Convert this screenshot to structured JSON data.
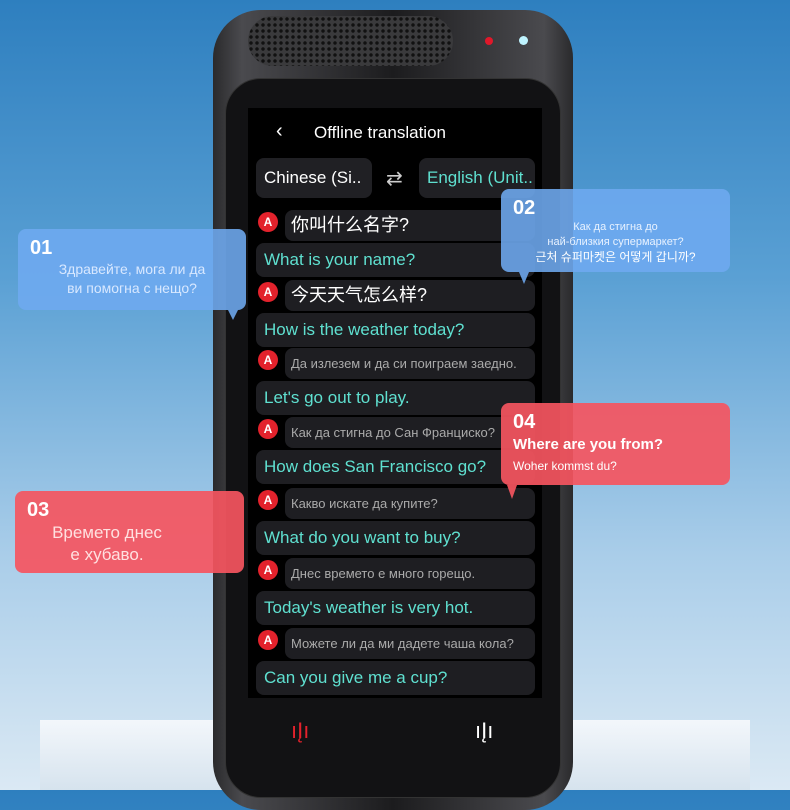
{
  "header": {
    "back_icon": "chevron-left",
    "title": "Offline translation"
  },
  "languages": {
    "source": "Chinese (Si..",
    "target": "English (Unit..",
    "swap_icon": "swap-arrows"
  },
  "conversation": [
    {
      "source": "你叫什么名字?",
      "target": "What is your name?"
    },
    {
      "source": "今天天气怎么样?",
      "target": "How is the weather today?"
    },
    {
      "source": "Да излезем и да си поиграем заедно.",
      "target": "Let's go out to play."
    },
    {
      "source": "Как да стигна до Сан Франциско?",
      "target": "How does San Francisco go?"
    },
    {
      "source": "Какво искате да купите?",
      "target": "What do you want to buy?"
    },
    {
      "source": "Днес времето е много горещо.",
      "target": "Today's weather is very hot."
    },
    {
      "source": "Можете ли да ми дадете чаша кола?",
      "target": "Can you give me a cup?"
    }
  ],
  "speaker_badge": "A",
  "callouts": [
    {
      "num": "01",
      "lines": [
        "Здравейте, мога ли да",
        "ви помогна с нещо?"
      ]
    },
    {
      "num": "02",
      "lines": [
        "Как да стигна до",
        "най-близкия супермаркет?",
        "근처 슈퍼마켓은 어떻게 갑니까?"
      ]
    },
    {
      "num": "03",
      "lines": [
        "Времето днес",
        "е хубаво."
      ]
    },
    {
      "num": "04",
      "lines": [
        "Where are you from?",
        "Woher kommst du?"
      ]
    }
  ],
  "bottom": {
    "left_mic_icon": "voice-wave-red",
    "right_mic_icon": "voice-wave-white"
  },
  "colors": {
    "translation": "#5fe0d0",
    "badge": "#e3222c",
    "callout_blue": "#6eaaf0",
    "callout_red": "#f5555f"
  }
}
